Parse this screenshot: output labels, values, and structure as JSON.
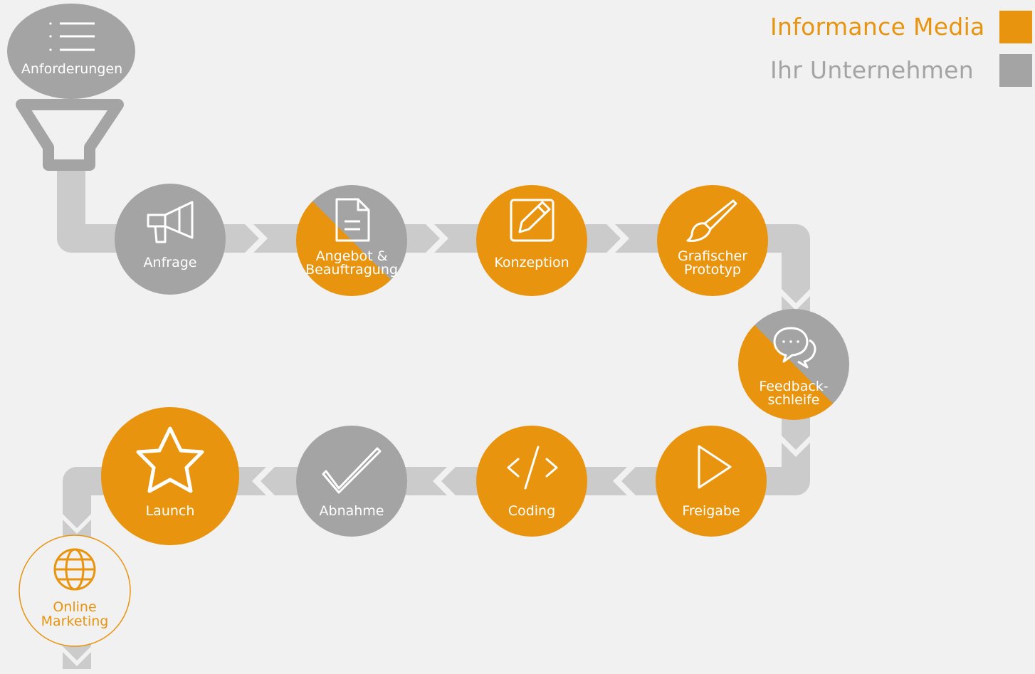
{
  "legend": {
    "informance": {
      "label": "Informance Media",
      "color": "#e8940f"
    },
    "company": {
      "label": "Ihr Unternehmen",
      "color": "#a4a4a4"
    }
  },
  "colors": {
    "track": "#cbcbcb",
    "grey_node": "#a4a4a4",
    "orange_node": "#e8940f",
    "funnel": "#a4a4a4"
  },
  "start": {
    "label": "Anforderungen",
    "icon": "list-icon"
  },
  "steps": [
    {
      "label_line1": "Anfrage",
      "label_line2": "",
      "owner": "company",
      "icon": "megaphone-icon"
    },
    {
      "label_line1": "Angebot &",
      "label_line2": "Beauftragung",
      "owner": "shared",
      "icon": "document-icon"
    },
    {
      "label_line1": "Konzeption",
      "label_line2": "",
      "owner": "informance",
      "icon": "edit-icon"
    },
    {
      "label_line1": "Grafischer",
      "label_line2": "Prototyp",
      "owner": "informance",
      "icon": "brush-icon"
    },
    {
      "label_line1": "Feedback-",
      "label_line2": "schleife",
      "owner": "shared",
      "icon": "chat-icon"
    },
    {
      "label_line1": "Freigabe",
      "label_line2": "",
      "owner": "informance",
      "icon": "play-icon"
    },
    {
      "label_line1": "Coding",
      "label_line2": "",
      "owner": "informance",
      "icon": "code-icon"
    },
    {
      "label_line1": "Abnahme",
      "label_line2": "",
      "owner": "company",
      "icon": "checkmark-icon"
    },
    {
      "label_line1": "Launch",
      "label_line2": "",
      "owner": "informance",
      "icon": "star-icon"
    }
  ],
  "extra": {
    "label_line1": "Online",
    "label_line2": "Marketing",
    "icon": "globe-icon"
  }
}
